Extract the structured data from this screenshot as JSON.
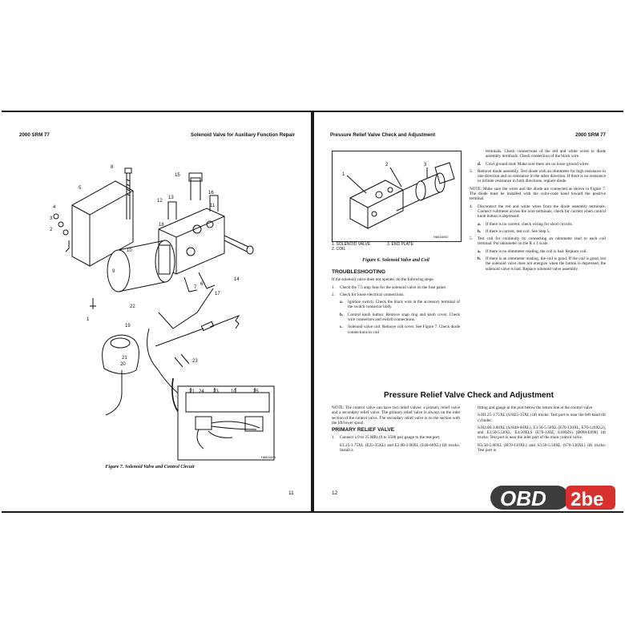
{
  "left_page": {
    "header_left": "2000 SRM 77",
    "header_right": "Solenoid Valve for Auxiliary Function Repair",
    "figure_caption": "Figure 7. Solenoid Valve and Control Circuit",
    "figure_code": "H8616001",
    "callouts": [
      "1",
      "2",
      "3",
      "4",
      "5",
      "6",
      "7",
      "8",
      "9",
      "10",
      "11",
      "12",
      "13",
      "14",
      "15",
      "16",
      "17",
      "18",
      "19",
      "20",
      "21",
      "22",
      "23",
      "24",
      "25"
    ],
    "page_number": "11"
  },
  "right_page": {
    "header_left": "Pressure Relief Valve Check and Adjustment",
    "header_right": "2000 SRM 77",
    "fig6_code": "H8616002",
    "fig6_legend": [
      "1.  SOLENOID VALVE",
      "2.  COIL",
      "3.  END PLATE"
    ],
    "fig6_caption": "Figure 6. Solenoid Valve and Coil",
    "troubleshooting_title": "TROUBLESHOOTING",
    "troubleshooting_intro": "If the solenoid valve does not operate, do the following steps:",
    "step1": "Check the 7.5 amp fuse for the solenoid valve on the fuse panel.",
    "step2": "Check for loose electrical connections:",
    "step2a": "Ignition switch: Check the black wire at the accessory terminal of the switch connector body.",
    "step2b": "Control knob button: Remove snap ring and knob cover. Check wire connectors and switch connections.",
    "step2c": "Solenoid valve coil: Remove coil cover. See Figure 7. Check diode connections to coil",
    "col2_cont": "terminals. Check connections of the red and white wires to diode assembly terminals. Check connection of the black wire.",
    "step2d": "Cowl ground stud: Make sure there are no loose ground wires.",
    "step3": "Remove diode assembly. Test diode with an ohmmeter for high resistance in one direction and no resistance in the other direction. If there is no resistance or infinite resistance in both directions, replace diode.",
    "note1": "NOTE: Make sure the wires and the diode are connected as shown in Figure 7. The diode must be installed with the color-code band toward the positive terminal.",
    "step4": "Disconnect the red and white wires from the diode assembly terminals. Connect voltmeter across the wire terminals, check for current when control knob button is depressed.",
    "step4a": "If there is no current, check wiring for short circuits.",
    "step4b": "If there is current, test coil. See Step 5.",
    "step5": "Test coil for continuity by connecting an ohmmeter lead to each coil terminal. Put ohmmeter on the R x 1 scale.",
    "step5a": "If there is no ohmmeter reading, the coil is bad. Replace coil.",
    "step5b": "If there is an ohmmeter reading, the coil is good. If the coil is good, but the solenoid valve does not energize when the button is depressed, the solenoid valve is bad. Replace solenoid valve assembly.",
    "section_title": "Pressure Relief Valve Check and Adjustment",
    "note2": "NOTE: The control valve can have two relief valves: a primary relief valve and a secondary relief valve. The primary relief valve is always on the inlet section of the control valve. The secondary relief valve is on the section with the lift/lower spool.",
    "primary_title": "PRIMARY RELIEF VALVE",
    "pstep1": "Connect a 0 to 25 MPa (0 to 3500 psi) gauge to the test port.",
    "pstep1a": "E1.25-1.75XL (E25-35XL) and E2.00-3.00XL (E40-60XL) lift trucks: Install a",
    "pcol2a": "fitting and gauge in the port below the return line at the control valve.",
    "pcol2b": "S/H1.25-1.75XL (S/H25-35XL) lift trucks: Test port is near the left-hand tilt cylinder.",
    "pcol2c": "S/H2.00-3.00XL (S/H40-60XL), E3.50-5.50XL (E70-120XL, E70-120XL2), and E3.50-5.50XL, E4.50XLS (E70-120Z, E100ZS) [D098/E098] lift trucks: Test port is near the inlet port of the main control valve.",
    "pcol2d": "H3.50-5.00XL (H70-110XL) and S3.50-5.50XL (S70-120XL) lift trucks: Test port is",
    "page_number": "12"
  },
  "watermark": {
    "text_left": "OBD",
    "text_right": "2be"
  }
}
